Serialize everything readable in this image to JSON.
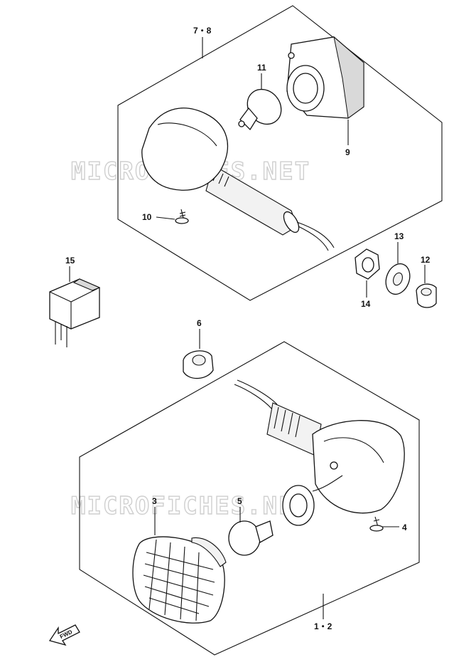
{
  "watermark": "MICROFICHES.NET",
  "fwd_label": "FWD",
  "callouts": {
    "c_7_8": "7・8",
    "c_9": "9",
    "c_10": "10",
    "c_11": "11",
    "c_12": "12",
    "c_13": "13",
    "c_14": "14",
    "c_15": "15",
    "c_6": "6",
    "c_3": "3",
    "c_5": "5",
    "c_4": "4",
    "c_1_2": "1・2"
  }
}
